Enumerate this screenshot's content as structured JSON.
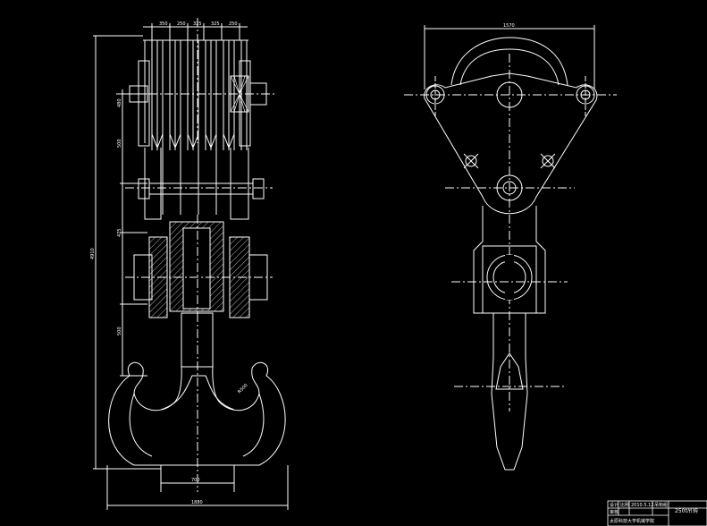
{
  "drawing": {
    "background": "#000000",
    "line_color": "#ffffff",
    "dimensions": {
      "sheave_pitch_1": "350",
      "sheave_pitch_2": "250",
      "sheave_pitch_3": "325",
      "sheave_pitch_4": "325",
      "sheave_pitch_5": "250",
      "upper_height_1": "480",
      "upper_height_2": "500",
      "middle_height": "475",
      "lower_height": "500",
      "total_height": "4910",
      "hook_throat": "R500",
      "hook_shank_width": "700",
      "total_width": "1880",
      "side_width": "1570"
    },
    "title_block": {
      "cell_1": "设计",
      "cell_2": "审核",
      "cell_3": "比例",
      "cell_4": "2010.5.12",
      "cell_5": "吊钩组",
      "cell_6": "250t吊钩",
      "cell_7": "太原科技大学机械学院"
    }
  }
}
